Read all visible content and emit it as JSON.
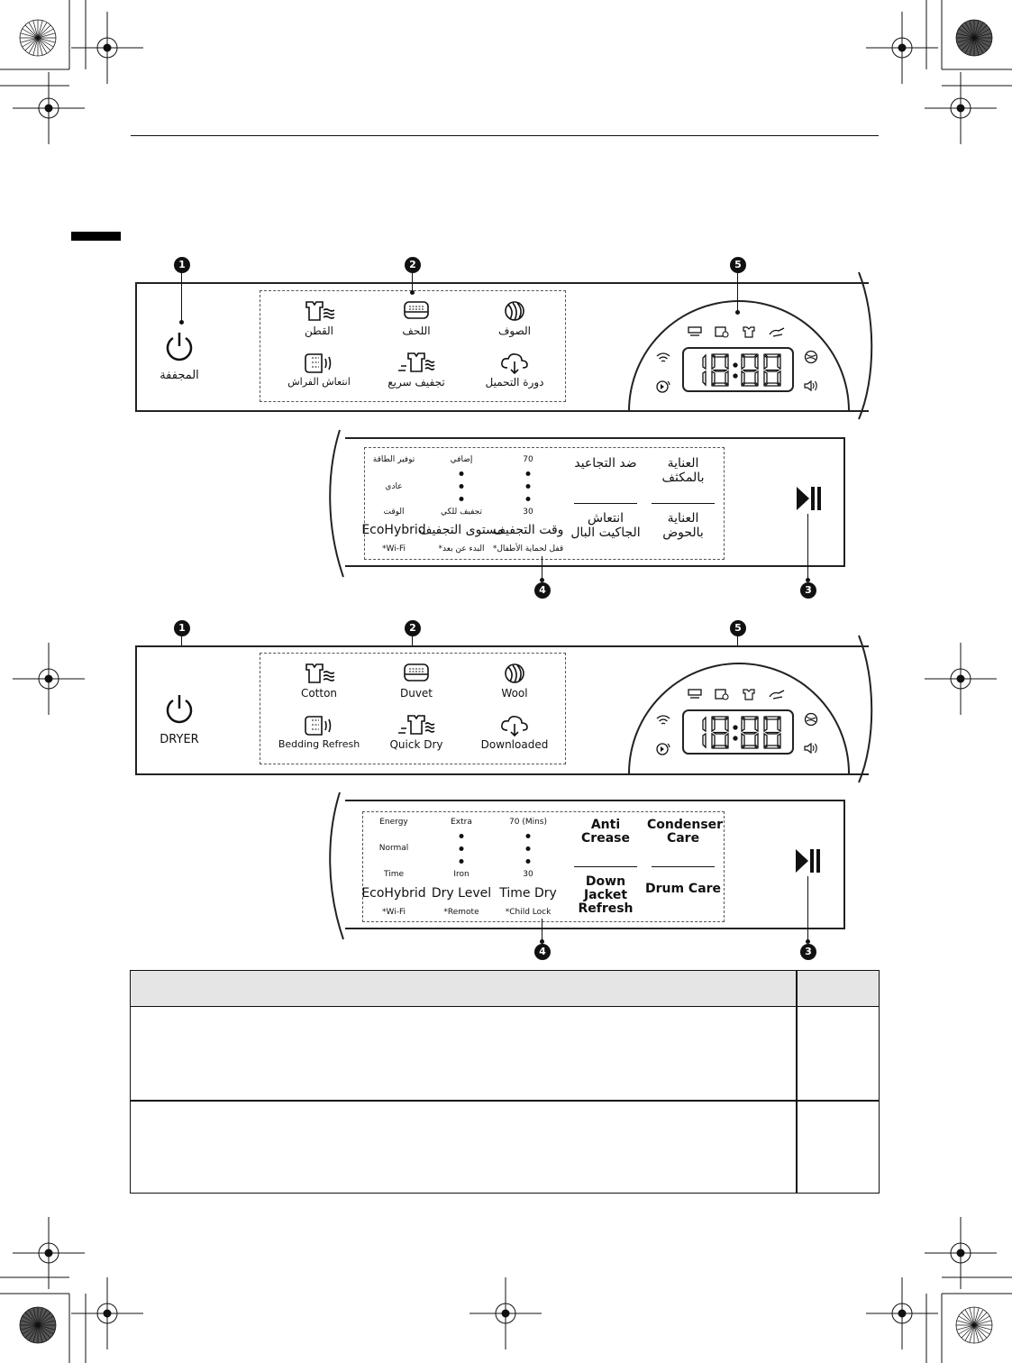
{
  "arabic_panel": {
    "power_label": "المجففة",
    "programs": [
      {
        "label": "القطن",
        "icon": "cotton-shirt-icon"
      },
      {
        "label": "اللحف",
        "icon": "duvet-icon"
      },
      {
        "label": "الصوف",
        "icon": "wool-yarn-icon"
      },
      {
        "label": "انتعاش الفراش",
        "icon": "bedding-refresh-icon"
      },
      {
        "label": "تجفيف سريع",
        "icon": "quick-dry-icon"
      },
      {
        "label": "دورة التحميل",
        "icon": "download-cloud-icon"
      }
    ],
    "options": {
      "ecohybrid": {
        "top": "توفير الطاقة",
        "middle": "عادي",
        "bottom": "الوقت",
        "name": "EcoHybrid",
        "sub": "*Wi-Fi"
      },
      "dry_level": {
        "top": "إضافي",
        "bottom": "تجفيف للكي",
        "name": "مستوى التجفيف",
        "sub": "*البدء عن بعد"
      },
      "time_dry": {
        "top": "70",
        "bottom": "30",
        "name": "وقت التجفيف",
        "sub": "*قفل لحماية الأطفال"
      },
      "anti_crease": "ضد التجاعيد",
      "down_jacket": "انتعاش الجاكيت البال",
      "condenser_care": "العناية بالمكثف",
      "drum_care": "العناية بالحوض"
    }
  },
  "english_panel": {
    "power_label": "DRYER",
    "programs": [
      {
        "label": "Cotton",
        "icon": "cotton-shirt-icon"
      },
      {
        "label": "Duvet",
        "icon": "duvet-icon"
      },
      {
        "label": "Wool",
        "icon": "wool-yarn-icon"
      },
      {
        "label": "Bedding Refresh",
        "icon": "bedding-refresh-icon"
      },
      {
        "label": "Quick Dry",
        "icon": "quick-dry-icon"
      },
      {
        "label": "Downloaded",
        "icon": "download-cloud-icon"
      }
    ],
    "options": {
      "ecohybrid": {
        "top": "Energy",
        "middle": "Normal",
        "bottom": "Time",
        "name": "EcoHybrid",
        "sub": "*Wi-Fi"
      },
      "dry_level": {
        "top": "Extra",
        "bottom": "Iron",
        "name": "Dry Level",
        "sub": "*Remote"
      },
      "time_dry": {
        "top": "70",
        "top_unit": "(Mins)",
        "bottom": "30",
        "name": "Time Dry",
        "sub": "*Child Lock"
      },
      "anti_crease": "Anti Crease",
      "down_jacket": "Down Jacket Refresh",
      "condenser_care": "Condenser Care",
      "drum_care": "Drum Care"
    }
  },
  "callouts": [
    "1",
    "2",
    "3",
    "4",
    "5"
  ],
  "display_digits": "18:88"
}
